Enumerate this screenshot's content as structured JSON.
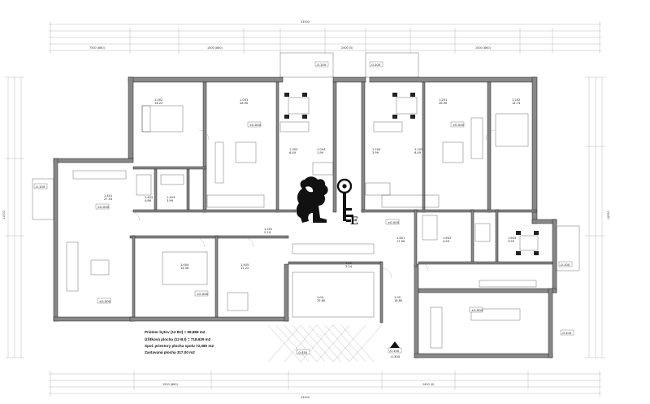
{
  "summary": {
    "line1": "Priemer bytov (12 BJ) = 59,886 m2",
    "line2": "Úžitková plocha (12 BJ) = 718,629 m2",
    "line3": "Spol. priestory plocha spolu 72,080 m2",
    "line4": "Zastavaná plocha 317,00 m2"
  },
  "elevations": {
    "e1": "±0.000",
    "e2": "-0.100",
    "e3": "-0.150",
    "e4": "-0.300",
    "e5": "-0.450"
  },
  "rooms": [
    {
      "code": "1.002",
      "area": "14.22"
    },
    {
      "code": "1.001",
      "area": "28.90"
    },
    {
      "code": "1.003",
      "area": "6.49"
    },
    {
      "code": "1.004",
      "area": "1.99"
    },
    {
      "code": "1.201",
      "area": "28.90"
    },
    {
      "code": "1.202",
      "area": "14.74"
    },
    {
      "code": "1.203",
      "area": "6.49"
    },
    {
      "code": "1.204",
      "area": "3.99"
    },
    {
      "code": "1.401",
      "area": "27.53"
    },
    {
      "code": "1.402",
      "area": "4.66"
    },
    {
      "code": "1.403",
      "area": "3.99"
    },
    {
      "code": "1.404",
      "area": "14.08"
    },
    {
      "code": "1.405",
      "area": "11.22"
    },
    {
      "code": "1.501",
      "area": "2.24"
    },
    {
      "code": "1.601",
      "area": "17.90"
    },
    {
      "code": "1.602",
      "area": "4.49"
    },
    {
      "code": "1.603",
      "area": "3.99"
    },
    {
      "code": "1.04",
      "area": "25.80"
    },
    {
      "code": "1.05",
      "area": "16.80"
    },
    {
      "code": "1.02",
      "area": "2.24"
    }
  ],
  "dims": {
    "top_total": "23500",
    "bottom_total": "23500",
    "seg_a": "7500 (860)",
    "seg_b": "1500 (860)",
    "seg_c": "2400 (0)",
    "left_total": "11500",
    "right_total": "14950"
  },
  "logo_initial": "E"
}
